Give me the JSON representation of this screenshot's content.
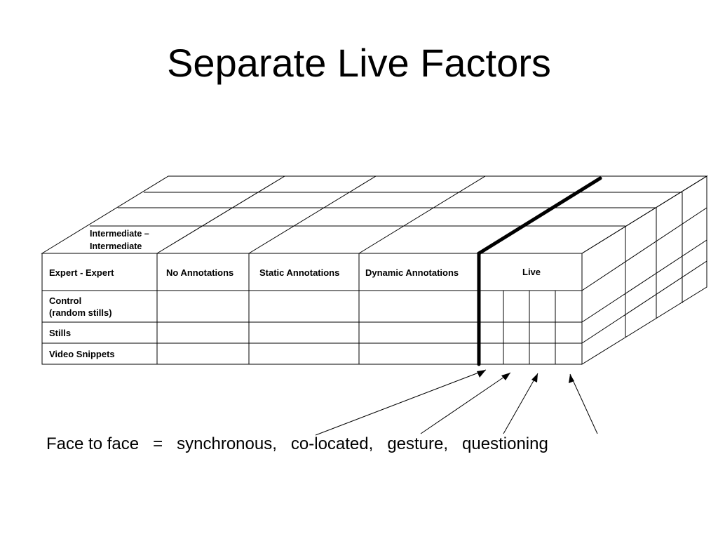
{
  "slide": {
    "title": "Separate Live Factors"
  },
  "cube": {
    "top_row_label_line1": "Intermediate –",
    "top_row_label_line2": "Intermediate",
    "front_header": [
      "Expert - Expert",
      "No Annotations",
      "Static Annotations",
      "Dynamic Annotations",
      "Live"
    ],
    "rows": [
      {
        "line1": "Control",
        "line2": "(random stills)"
      },
      {
        "line1": "Stills",
        "line2": ""
      },
      {
        "line1": "Video Snippets",
        "line2": ""
      }
    ]
  },
  "caption": {
    "lhs": "Face to face",
    "eq": "=",
    "terms": [
      "synchronous,",
      "co-located,",
      "gesture,",
      "questioning"
    ]
  }
}
